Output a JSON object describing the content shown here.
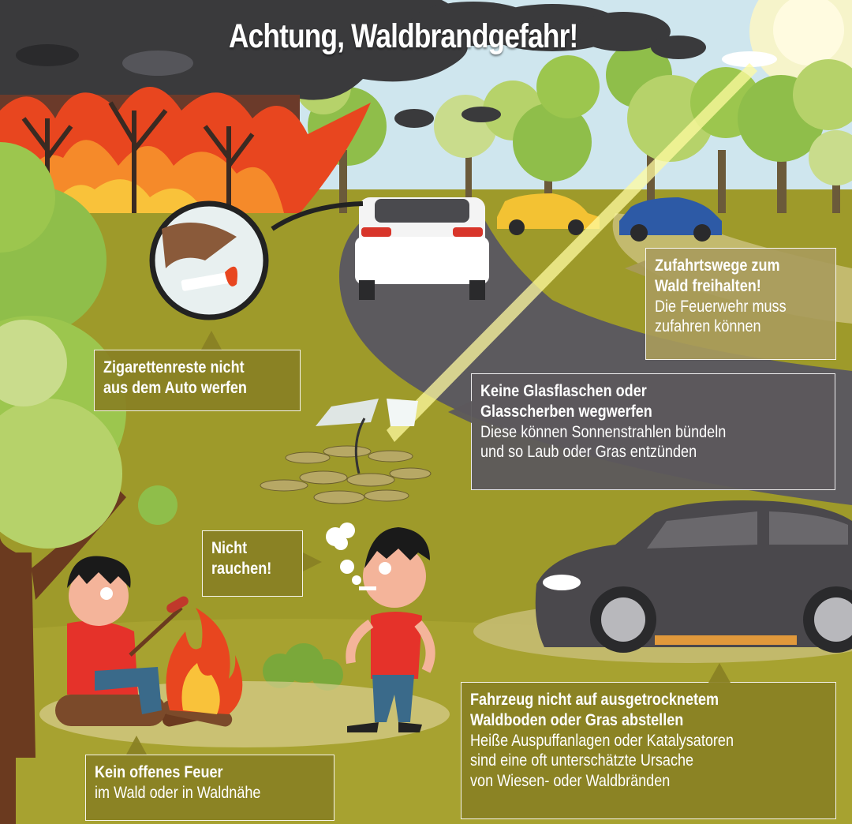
{
  "title": "Achtung, Waldbrandgefahr!",
  "tips": {
    "access_roads": {
      "heading": [
        "Zufahrtswege zum",
        "Wald freihalten!"
      ],
      "body": [
        "Die Feuerwehr muss",
        "zufahren können"
      ]
    },
    "cigarettes": {
      "heading": [
        "Zigarettenreste nicht",
        "aus dem Auto werfen"
      ]
    },
    "glass": {
      "heading": [
        "Keine Glasflaschen oder",
        "Glasscherben  wegwerfen"
      ],
      "body": [
        "Diese können Sonnenstrahlen bündeln",
        "und so Laub oder Gras entzünden"
      ]
    },
    "no_smoking": {
      "heading": [
        "Nicht",
        "rauchen!"
      ]
    },
    "vehicle": {
      "heading": [
        "Fahrzeug nicht auf ausgetrocknetem",
        "Waldboden oder Gras abstellen"
      ],
      "body": [
        "Heiße Auspuffanlagen oder Katalysatoren",
        "sind eine oft unterschätzte Ursache",
        "von Wiesen- oder Waldbränden"
      ]
    },
    "open_fire": {
      "heading": [
        "Kein offenes Feuer"
      ],
      "body": [
        "im Wald oder in Waldnähe"
      ]
    }
  },
  "colors": {
    "grass": "#9e9a2a",
    "road": "#5c5a5e",
    "sky": "#cfe6ee",
    "smoke": "#3a3a3c",
    "fire": "#e8461f"
  }
}
